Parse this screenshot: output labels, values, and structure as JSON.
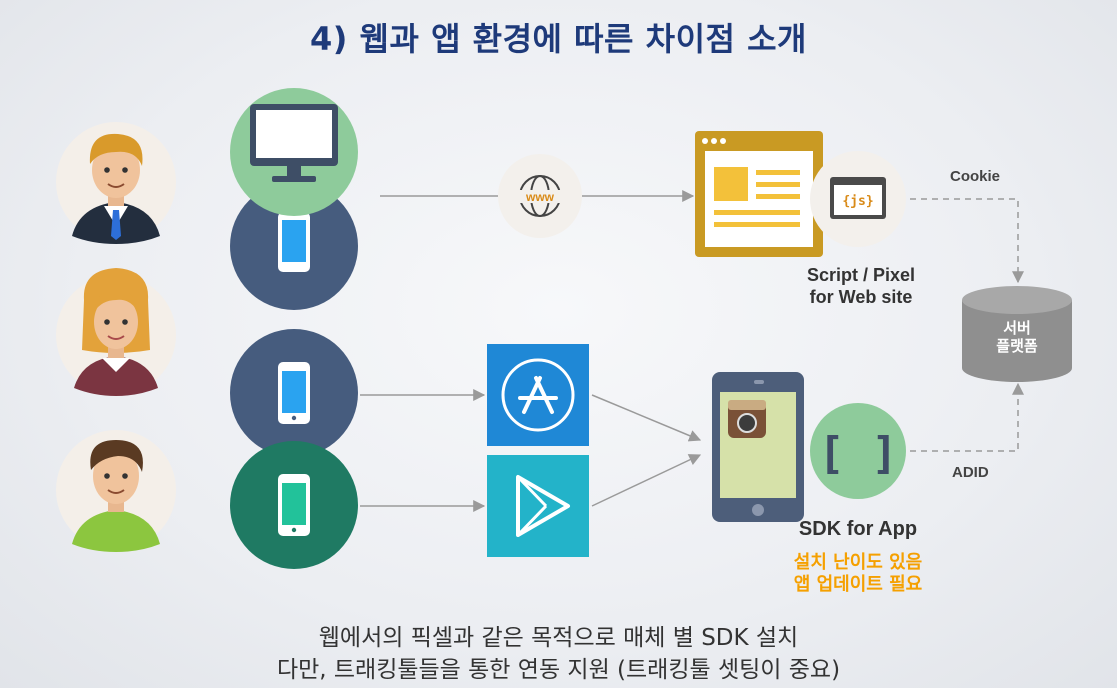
{
  "title": "4) 웹과 앱 환경에 따른 차이점 소개",
  "icons": {
    "users": [
      "man-avatar-icon",
      "woman-avatar-icon",
      "boy-avatar-icon"
    ],
    "devices": [
      "desktop-monitor-icon",
      "smartphone-icon",
      "smartphone-icon",
      "smartphone-icon"
    ],
    "stores": [
      "app-store-icon",
      "google-play-icon"
    ],
    "web": "www-globe-icon",
    "browser": "webpage-icon",
    "js": "js-script-icon",
    "sdk": "sdk-brackets-icon",
    "phone_app": "instagram-app-icon",
    "server": "database-cylinder-icon"
  },
  "www_text": "www",
  "js_text": "{js}",
  "sdk_text": "[ ]",
  "web_label": "Script / Pixel\nfor Web site",
  "web_label_line1": "Script / Pixel",
  "web_label_line2": "for Web site",
  "cookie_label": "Cookie",
  "adid_label": "ADID",
  "server_line1": "서버",
  "server_line2": "플랫폼",
  "sdk_label": "SDK for App",
  "notes": [
    "설치 난이도 있음",
    "앱 업데이트 필요"
  ],
  "bottom_lines": [
    "웹에서의 픽셀과 같은 목적으로 매체 별 SDK 설치",
    "다만, 트래킹툴들을 통한 연동 지원 (트래킹툴 셋팅이 중요)"
  ],
  "colors": {
    "title": "#1e3a7a",
    "navy_circle": "#465c7e",
    "green_circle": "#1f7a63",
    "light_green": "#8ecb9b",
    "app_store": "#1f88d6",
    "play_store": "#23b3c9",
    "browser_frame": "#c99a23",
    "orange_note": "#f5a000",
    "server": "#8f8f8f"
  }
}
